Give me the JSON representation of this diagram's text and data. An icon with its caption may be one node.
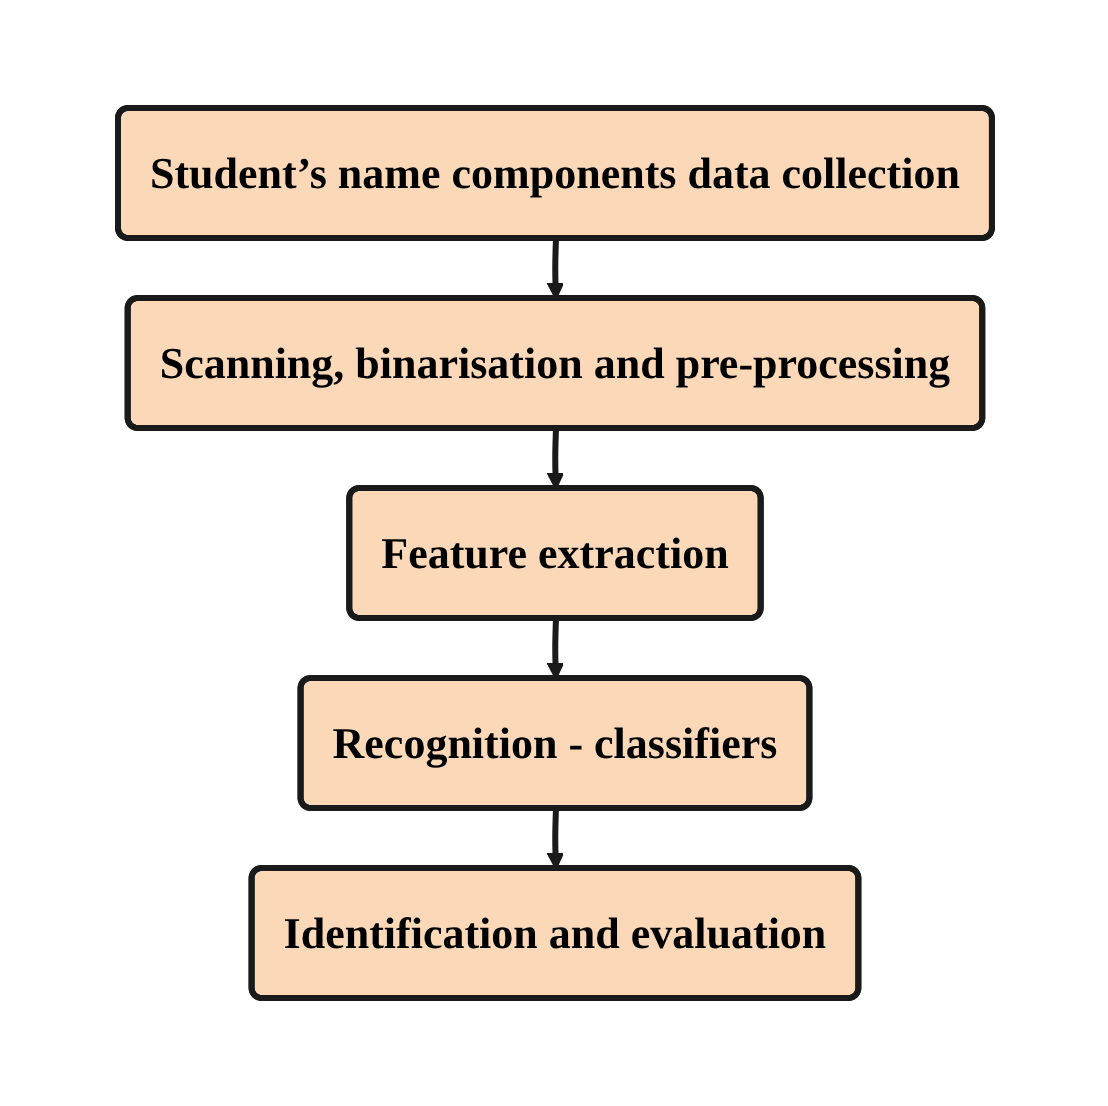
{
  "diagram": {
    "nodes": [
      {
        "text": [
          "Student’s name components data collection"
        ]
      },
      {
        "text": [
          "Scanning, binarisation and pre-processing"
        ]
      },
      {
        "text": [
          "Feature extraction"
        ]
      },
      {
        "text": [
          "Recognition - classifiers"
        ]
      },
      {
        "text": [
          "Identification and evaluation"
        ]
      }
    ],
    "edges": [
      {
        "from": 0,
        "to": 1,
        "arrow": "to"
      },
      {
        "from": 1,
        "to": 2,
        "arrow": "to"
      },
      {
        "from": 2,
        "to": 3,
        "arrow": "to"
      },
      {
        "from": 3,
        "to": 4,
        "arrow": "to"
      }
    ]
  }
}
